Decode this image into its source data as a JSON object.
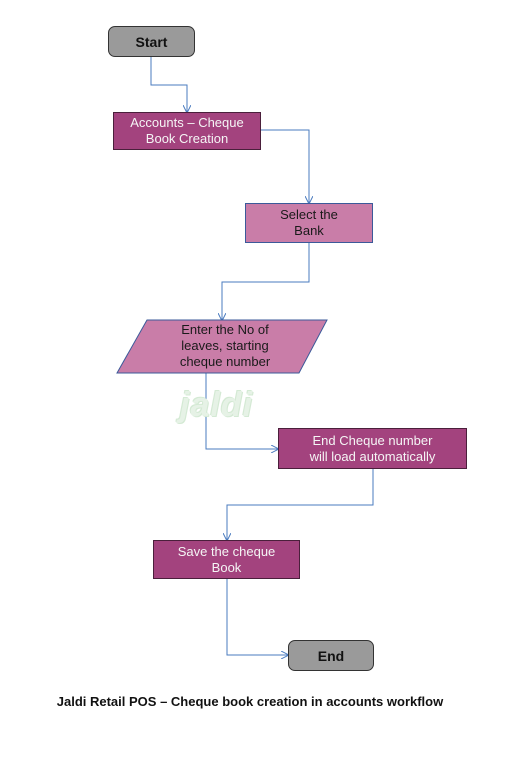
{
  "nodes": {
    "start": "Start",
    "cheque_book_creation": [
      "Accounts – Cheque",
      "Book Creation"
    ],
    "select_bank": [
      "Select the",
      "Bank"
    ],
    "enter_leaves": [
      "Enter the No of",
      "leaves, starting",
      "cheque number"
    ],
    "end_cheque_number": [
      "End Cheque number",
      "will load automatically"
    ],
    "save_cheque_book": [
      "Save the cheque",
      "Book"
    ],
    "end": "End"
  },
  "watermark": "jaldi",
  "caption": "Jaldi Retail POS – Cheque book creation in accounts workflow",
  "colors": {
    "connector": "#4a7bbf",
    "terminal_fill": "#9a9a9a",
    "process_dark": "#a3437e",
    "process_light": "#c97da8"
  }
}
